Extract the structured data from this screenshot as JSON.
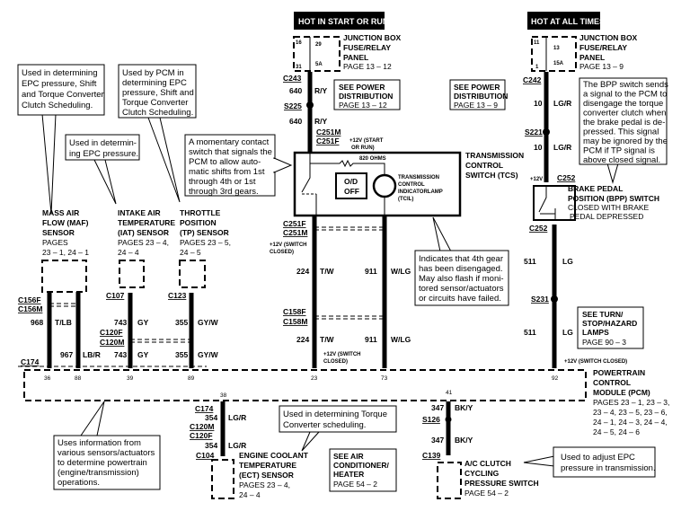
{
  "power": {
    "start_run": "HOT IN START OR RUN",
    "all_times": "HOT AT ALL TIMES"
  },
  "jbox_left": {
    "lines": [
      "JUNCTION BOX",
      "FUSE/RELAY",
      "PANEL"
    ],
    "page": "PAGE 13 – 12",
    "pins": [
      "16",
      "29",
      "31",
      "5A"
    ]
  },
  "jbox_right": {
    "lines": [
      "JUNCTION BOX",
      "FUSE/RELAY",
      "PANEL"
    ],
    "page": "PAGE 13 – 9",
    "pins": [
      "11",
      "13",
      "1",
      "15A"
    ]
  },
  "see_power_left": {
    "lines": [
      "SEE POWER",
      "DISTRIBUTION"
    ],
    "page": "PAGE 13 – 12"
  },
  "see_power_right": {
    "lines": [
      "SEE POWER",
      "DISTRIBUTION"
    ],
    "page": "PAGE 13 – 9"
  },
  "see_turn": {
    "lines": [
      "SEE TURN/",
      "STOP/HAZARD",
      "LAMPS"
    ],
    "page": "PAGE 90 – 3"
  },
  "see_air": {
    "lines": [
      "SEE AIR",
      "CONDITIONER/",
      "HEATER"
    ],
    "page": "PAGE 54 – 2"
  },
  "callouts": {
    "maf": [
      "Used in determining",
      "EPC pressure, Shift",
      "and Torque Converter",
      "Clutch Scheduling."
    ],
    "iat": [
      "Used in determin-",
      "ing EPC pressure."
    ],
    "tp": [
      "Used by PCM in",
      "determining EPC",
      "pressure, Shift and",
      "Torque Converter",
      "Clutch Scheduling."
    ],
    "tcs": [
      "A momentary contact",
      "switch that signals the",
      "PCM to allow auto-",
      "matic shifts from 1st",
      "through 4th or 1st",
      "through 3rd gears."
    ],
    "bpp": [
      "The BPP switch sends",
      "a signal to the PCM to",
      "disengage the torque",
      "converter clutch when",
      "the brake pedal is de-",
      "pressed. This signal",
      "may be ignored by the",
      "PCM if TP signal is",
      "above closed signal."
    ],
    "tcil": [
      "Indicates that 4th gear",
      "has been disengaged.",
      "May also flash if moni-",
      "tored sensor/actuators",
      "or circuits have failed."
    ],
    "pcm": [
      "Uses information from",
      "various sensors/actuators",
      "to determine powertrain",
      "(engine/transmission)",
      "operations."
    ],
    "ect": [
      "Used in determining Torque",
      "Converter scheduling."
    ],
    "ac": [
      "Used to adjust EPC",
      "pressure in transmission."
    ]
  },
  "components": {
    "maf": {
      "lines": [
        "MASS AIR",
        "FLOW (MAF)",
        "SENSOR"
      ],
      "pages": [
        "PAGES",
        "23 – 1, 24 – 1"
      ]
    },
    "iat": {
      "lines": [
        "INTAKE AIR",
        "TEMPERATURE",
        "(IAT) SENSOR"
      ],
      "pages": [
        "PAGES 23 – 4,",
        "24 – 4"
      ]
    },
    "tp": {
      "lines": [
        "THROTTLE",
        "POSITION",
        "(TP) SENSOR"
      ],
      "pages": [
        "PAGES 23 – 5,",
        "24 – 5"
      ]
    },
    "tcs": {
      "lines": [
        "TRANSMISSION",
        "CONTROL",
        "SWITCH (TCS)"
      ],
      "resistor": "820 OHMS",
      "od": [
        "O/D",
        "OFF"
      ],
      "lamp": [
        "TRANSMISSION",
        "CONTROL",
        "INDICATORLAMP",
        "(TCIL)"
      ]
    },
    "bpp": {
      "lines": [
        "BRAKE PEDAL",
        "POSITION (BPP) SWITCH"
      ],
      "desc": [
        "CLOSED WITH BRAKE",
        "PEDAL DEPRESSED"
      ]
    },
    "pcm": {
      "lines": [
        "POWERTRAIN",
        "CONTROL",
        "MODULE (PCM)"
      ],
      "pages": [
        "PAGES 23 – 1, 23 – 3,",
        "23 – 4, 23 – 5, 23 – 6,",
        "24 – 1, 24 – 3, 24 – 4,",
        "24 – 5, 24 – 6"
      ]
    },
    "ect": {
      "lines": [
        "ENGINE COOLANT",
        "TEMPERATURE",
        "(ECT) SENSOR"
      ],
      "pages": [
        "PAGES 23 – 4,",
        "24 – 4"
      ]
    },
    "ac": {
      "lines": [
        "A/C CLUTCH",
        "CYCLING",
        "PRESSURE SWITCH"
      ],
      "pages": [
        "PAGE 54 – 2"
      ]
    }
  },
  "connectors": {
    "c243": "C243",
    "s225": "S225",
    "c251m": "C251M",
    "c251f": "C251F",
    "c242": "C242",
    "s221": "S221",
    "c252": "C252",
    "s231": "S231",
    "c156f": "C156F",
    "c156m": "C156M",
    "c107": "C107",
    "c123": "C123",
    "c120f": "C120F",
    "c120m": "C120M",
    "c174": "C174",
    "c158f": "C158F",
    "c158m": "C158M",
    "c104": "C104",
    "s126": "S126",
    "c139": "C139"
  },
  "voltage": {
    "start_run": [
      "+12V (START",
      "OR RUN)"
    ],
    "switch_closed": [
      "+12V (SWITCH",
      "CLOSED)"
    ],
    "v12": "+12V",
    "switch_closed_one": "+12V (SWITCH CLOSED)"
  },
  "wires": {
    "w640": {
      "num": "640",
      "color": "R/Y"
    },
    "w10": {
      "num": "10",
      "color": "LG/R"
    },
    "w511": {
      "num": "511",
      "color": "LG"
    },
    "w968": {
      "num": "968",
      "color": "T/LB"
    },
    "w967": {
      "num": "967",
      "color": "LB/R"
    },
    "w743": {
      "num": "743",
      "color": "GY"
    },
    "w355": {
      "num": "355",
      "color": "GY/W"
    },
    "w224": {
      "num": "224",
      "color": "T/W"
    },
    "w911": {
      "num": "911",
      "color": "W/LG"
    },
    "w354": {
      "num": "354",
      "color": "LG/R"
    },
    "w347": {
      "num": "347",
      "color": "BK/Y"
    }
  },
  "pins": {
    "p36": "36",
    "p88": "88",
    "p39": "39",
    "p89": "89",
    "p23": "23",
    "p73": "73",
    "p92": "92",
    "p38": "38",
    "p41": "41"
  }
}
